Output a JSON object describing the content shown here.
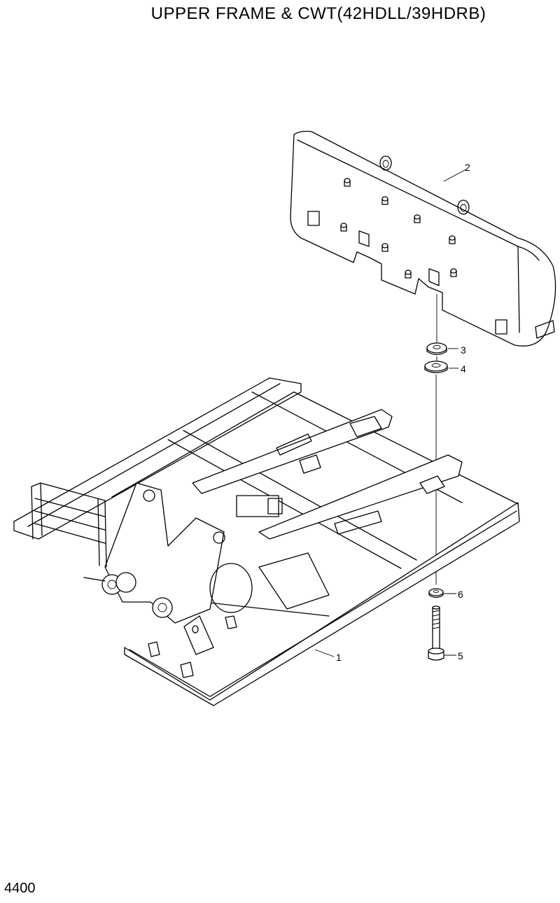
{
  "header": {
    "title": "UPPER FRAME & CWT(42HDLL/39HDRB)"
  },
  "footer": {
    "page_number": "4400"
  },
  "callouts": [
    {
      "id": "1",
      "label": "1"
    },
    {
      "id": "2",
      "label": "2"
    },
    {
      "id": "3",
      "label": "3"
    },
    {
      "id": "4",
      "label": "4"
    },
    {
      "id": "5",
      "label": "5"
    },
    {
      "id": "6",
      "label": "6"
    }
  ],
  "parts": [
    {
      "callout": "1",
      "icon": "upper-frame-icon"
    },
    {
      "callout": "2",
      "icon": "counterweight-icon"
    },
    {
      "callout": "3",
      "icon": "washer-icon"
    },
    {
      "callout": "4",
      "icon": "washer-icon"
    },
    {
      "callout": "5",
      "icon": "bolt-icon"
    },
    {
      "callout": "6",
      "icon": "washer-icon"
    }
  ]
}
